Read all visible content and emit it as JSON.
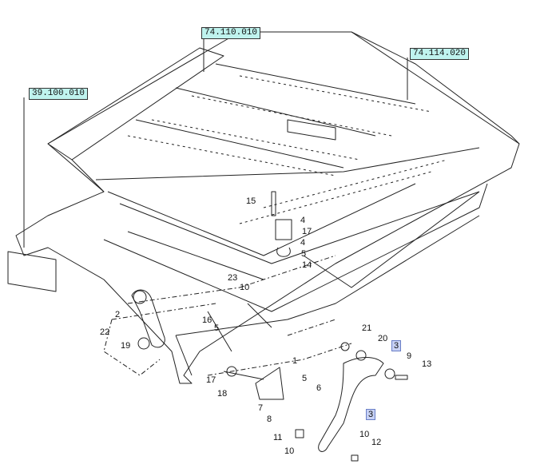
{
  "ref_boxes": [
    "74.110.010",
    "74.114.020",
    "39.100.010"
  ],
  "callouts": [
    "15",
    "4",
    "17",
    "4",
    "5",
    "14",
    "23",
    "10",
    "2",
    "16",
    "5",
    "22",
    "19",
    "21",
    "20",
    "3",
    "9",
    "13",
    "1",
    "17",
    "18",
    "5",
    "6",
    "7",
    "8",
    "3",
    "11",
    "10",
    "10",
    "12"
  ],
  "highlighted_callouts": [
    15,
    25
  ],
  "colors": {
    "ref_box_fill": "#bff3ee",
    "highlight_fill": "#c8d2f5",
    "line": "#222222"
  }
}
